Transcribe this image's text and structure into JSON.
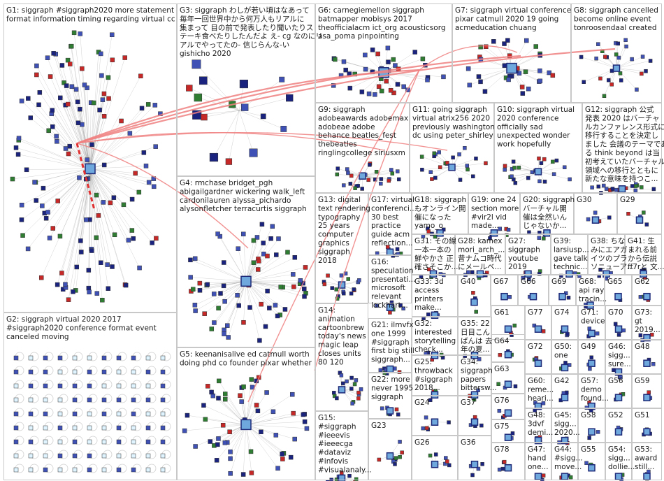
{
  "groups": [
    {
      "id": "g1",
      "lines": [
        "G1: siggraph #siggraph2020 more statement",
        "format information timing regarding virtual cc"
      ]
    },
    {
      "id": "g2",
      "lines": [
        "G2: siggraph virtual 2020 2017",
        "#siggraph2020 conference format event",
        "canceled moving"
      ]
    },
    {
      "id": "g3",
      "lines": [
        "G3: siggraph わしが若い頃はなあって",
        "毎年一回世界中から何万人もリアルに",
        "集まって 目の前で発表したり聞いたりス",
        "テーキ食べたりしたんだよ え- cg なのにリ",
        "アルでやってたの- 信じらんな-い",
        "gishicho 2020"
      ]
    },
    {
      "id": "g4",
      "lines": [
        "G4: rmchase bridget_pgh",
        "abigailgardner wickering walk_left",
        "cardonilauren alyssa_pichardo",
        "alysonfletcher terracurtis siggraph"
      ]
    },
    {
      "id": "g5",
      "lines": [
        "G5: keenanisalive ed catmull worth",
        "doing phd co founder pixar whether"
      ]
    },
    {
      "id": "g6",
      "lines": [
        "G6: carnegiemellon siggraph",
        "batmapper mobisys 2017",
        "theofficialacm ict_org acousticsorg",
        "asa_poma pinpointing"
      ]
    },
    {
      "id": "g7",
      "lines": [
        "G7: siggraph virtual conference",
        "pixar catmull 2020 19 going",
        "acmeducation chuang"
      ]
    },
    {
      "id": "g8",
      "lines": [
        "G8: siggraph cancelled",
        "become online event",
        "tonroosendaal created"
      ]
    },
    {
      "id": "g9",
      "lines": [
        "G9: siggraph",
        "adobeawards adobemax",
        "adobeae adobe",
        "behance beatles_fest",
        "thebeatles",
        "ringlingcollege siriusxm"
      ]
    },
    {
      "id": "g11",
      "lines": [
        "G11: going siggraph",
        "virtual atrix256 2020",
        "previously washington",
        "dc using peter_shirley"
      ]
    },
    {
      "id": "g10",
      "lines": [
        "G10: siggraph virtual",
        "2020 conference",
        "officially sad",
        "unexpected wonder",
        "work hopefully"
      ]
    },
    {
      "id": "g12",
      "lines": [
        "G12: siggraph 公式",
        "発表 2020 はバーチャ",
        "ルカンファレンス形式に",
        "移行することを決定し",
        "ました 会議のテーマであ",
        "る think beyond は当",
        "初考えていたバーチャル",
        "領域への移行とともに",
        "新たな意味を持つこ..."
      ]
    },
    {
      "id": "g13",
      "lines": [
        "G13: digital",
        "text rendering",
        "typography",
        "25 years",
        "computer",
        "graphics",
        "siggraph",
        "2018"
      ]
    },
    {
      "id": "g17",
      "lines": [
        "G17: virtual",
        "conferenci...",
        "30 best",
        "practice",
        "guide acm",
        "reflection..."
      ]
    },
    {
      "id": "g18",
      "lines": [
        "G18: siggraph",
        "もオンライン開",
        "催になった",
        "yamo_o"
      ]
    },
    {
      "id": "g19",
      "lines": [
        "G19: one 24",
        "section more",
        "#vir2l vid",
        "made..."
      ]
    },
    {
      "id": "g20",
      "lines": [
        "G20: siggraph",
        "バーチャル開",
        "催は全然いん",
        "じゃないか..."
      ]
    },
    {
      "id": "g30",
      "lines": [
        "G30"
      ]
    },
    {
      "id": "g29",
      "lines": [
        "G29"
      ]
    },
    {
      "id": "g31",
      "lines": [
        "G31: その線",
        "一本一本の",
        "鮮やかさ 正",
        "確さそこか..."
      ]
    },
    {
      "id": "g28",
      "lines": [
        "G28: kamex",
        "mori_arch_...",
        "昔ナムコ時代",
        "にメールベ..."
      ]
    },
    {
      "id": "g27",
      "lines": [
        "G27:",
        "siggraph",
        "youtube",
        "2019"
      ]
    },
    {
      "id": "g39",
      "lines": [
        "G39:",
        "larsiusp...",
        "gave talk",
        "technic..."
      ]
    },
    {
      "id": "g38",
      "lines": [
        "G38: ちな",
        "みにエアガ",
        "イツのプラ",
        "ソニューア..."
      ]
    },
    {
      "id": "g41",
      "lines": [
        "G41: 生",
        "まれる前",
        "から伝説",
        "ff7rと 文..."
      ]
    },
    {
      "id": "g16",
      "lines": [
        "G16:",
        "speculation",
        "presentati...",
        "microsoft",
        "relevant",
        "lockhart..."
      ]
    },
    {
      "id": "g33",
      "lines": [
        "G33: 3d",
        "access",
        "printers",
        "make..."
      ]
    },
    {
      "id": "g40",
      "lines": [
        "G40"
      ]
    },
    {
      "id": "g67",
      "lines": [
        "G67"
      ]
    },
    {
      "id": "g66",
      "lines": [
        "G66"
      ]
    },
    {
      "id": "g69",
      "lines": [
        "G69"
      ]
    },
    {
      "id": "g68",
      "lines": [
        "G68:",
        "api ray",
        "tracin..."
      ]
    },
    {
      "id": "g65",
      "lines": [
        "G65"
      ]
    },
    {
      "id": "g62",
      "lines": [
        "G62"
      ]
    },
    {
      "id": "g14",
      "lines": [
        "G14:",
        "animation",
        "cartoonbrew",
        "today's news",
        "magic leap",
        "closes units",
        "80 120"
      ]
    },
    {
      "id": "g21",
      "lines": [
        "G21: ilmvfx",
        "one 1999",
        "#siggraph",
        "first big still",
        "siggraph..."
      ]
    },
    {
      "id": "g32",
      "lines": [
        "G32:",
        "interested",
        "storytelling",
        "check..."
      ]
    },
    {
      "id": "g35",
      "lines": [
        "G35: 22",
        "日目こん",
        "ばんは 去",
        "年の夏..."
      ]
    },
    {
      "id": "g61",
      "lines": [
        "G61"
      ]
    },
    {
      "id": "g77",
      "lines": [
        "G77"
      ]
    },
    {
      "id": "g74",
      "lines": [
        "G74"
      ]
    },
    {
      "id": "g71",
      "lines": [
        "G71:",
        "device"
      ]
    },
    {
      "id": "g70",
      "lines": [
        "G70"
      ]
    },
    {
      "id": "g73",
      "lines": [
        "G73:",
        "gt",
        "2019..."
      ]
    },
    {
      "id": "g64",
      "lines": [
        "G64"
      ]
    },
    {
      "id": "g72",
      "lines": [
        "G72"
      ]
    },
    {
      "id": "g50",
      "lines": [
        "G50:",
        "one"
      ]
    },
    {
      "id": "g49",
      "lines": [
        "G49"
      ]
    },
    {
      "id": "g46",
      "lines": [
        "G46:",
        "sigg...",
        "sure..."
      ]
    },
    {
      "id": "g48b",
      "lines": [
        "G48"
      ]
    },
    {
      "id": "g25",
      "lines": [
        "G25:",
        "throwback",
        "#siggraph",
        "2018..."
      ]
    },
    {
      "id": "g34",
      "lines": [
        "G34:",
        "siggraph",
        "papers",
        "bittersw..."
      ]
    },
    {
      "id": "g63",
      "lines": [
        "G63"
      ]
    },
    {
      "id": "g60",
      "lines": [
        "G60:",
        "reme...",
        "heari..."
      ]
    },
    {
      "id": "g42",
      "lines": [
        "G42"
      ]
    },
    {
      "id": "g57",
      "lines": [
        "G57:",
        "demo",
        "found..."
      ]
    },
    {
      "id": "g56",
      "lines": [
        "G56"
      ]
    },
    {
      "id": "g59",
      "lines": [
        "G59"
      ]
    },
    {
      "id": "g22",
      "lines": [
        "G22: more",
        "never 1995",
        "siggraph"
      ]
    },
    {
      "id": "g24",
      "lines": [
        "G24"
      ]
    },
    {
      "id": "g37",
      "lines": [
        "G37"
      ]
    },
    {
      "id": "g76",
      "lines": [
        "G76"
      ]
    },
    {
      "id": "g48",
      "lines": [
        "G48:",
        "3dvf",
        "demi..."
      ]
    },
    {
      "id": "g45",
      "lines": [
        "G45:",
        "sigg...",
        "2020..."
      ]
    },
    {
      "id": "g58",
      "lines": [
        "G58"
      ]
    },
    {
      "id": "g52",
      "lines": [
        "G52"
      ]
    },
    {
      "id": "g51",
      "lines": [
        "G51"
      ]
    },
    {
      "id": "g75",
      "lines": [
        "G75"
      ]
    },
    {
      "id": "g15",
      "lines": [
        "G15:",
        "#siggraph",
        "#ieeevis",
        "#ieeecga",
        "#dataviz",
        "#infovis",
        "#visualanaly..."
      ]
    },
    {
      "id": "g23",
      "lines": [
        "G23"
      ]
    },
    {
      "id": "g26",
      "lines": [
        "G26"
      ]
    },
    {
      "id": "g36",
      "lines": [
        "G36"
      ]
    },
    {
      "id": "g78",
      "lines": [
        "G78"
      ]
    },
    {
      "id": "g47",
      "lines": [
        "G47:",
        "hand",
        "one..."
      ]
    },
    {
      "id": "g44",
      "lines": [
        "G44:",
        "#sigg...",
        "move..."
      ]
    },
    {
      "id": "g55",
      "lines": [
        "G55"
      ]
    },
    {
      "id": "g54",
      "lines": [
        "G54:",
        "sigg...",
        "dollie..."
      ]
    },
    {
      "id": "g53",
      "lines": [
        "G53:",
        "award",
        "still..."
      ]
    }
  ],
  "colors": {
    "background": "#ffffff",
    "box_border": "#c8c8c8",
    "edge": "#9a9a9a",
    "highlight_edge": "#f08080",
    "highlight_edge_strong": "#e03030",
    "hub": "#1e2a78",
    "hub_fill": "#6fa8dc",
    "node_dark": "#1a237e",
    "node_mid": "#3f51b5",
    "node_red": "#c62828",
    "node_green": "#2e7d32",
    "node_light": "#e0f4ff"
  }
}
